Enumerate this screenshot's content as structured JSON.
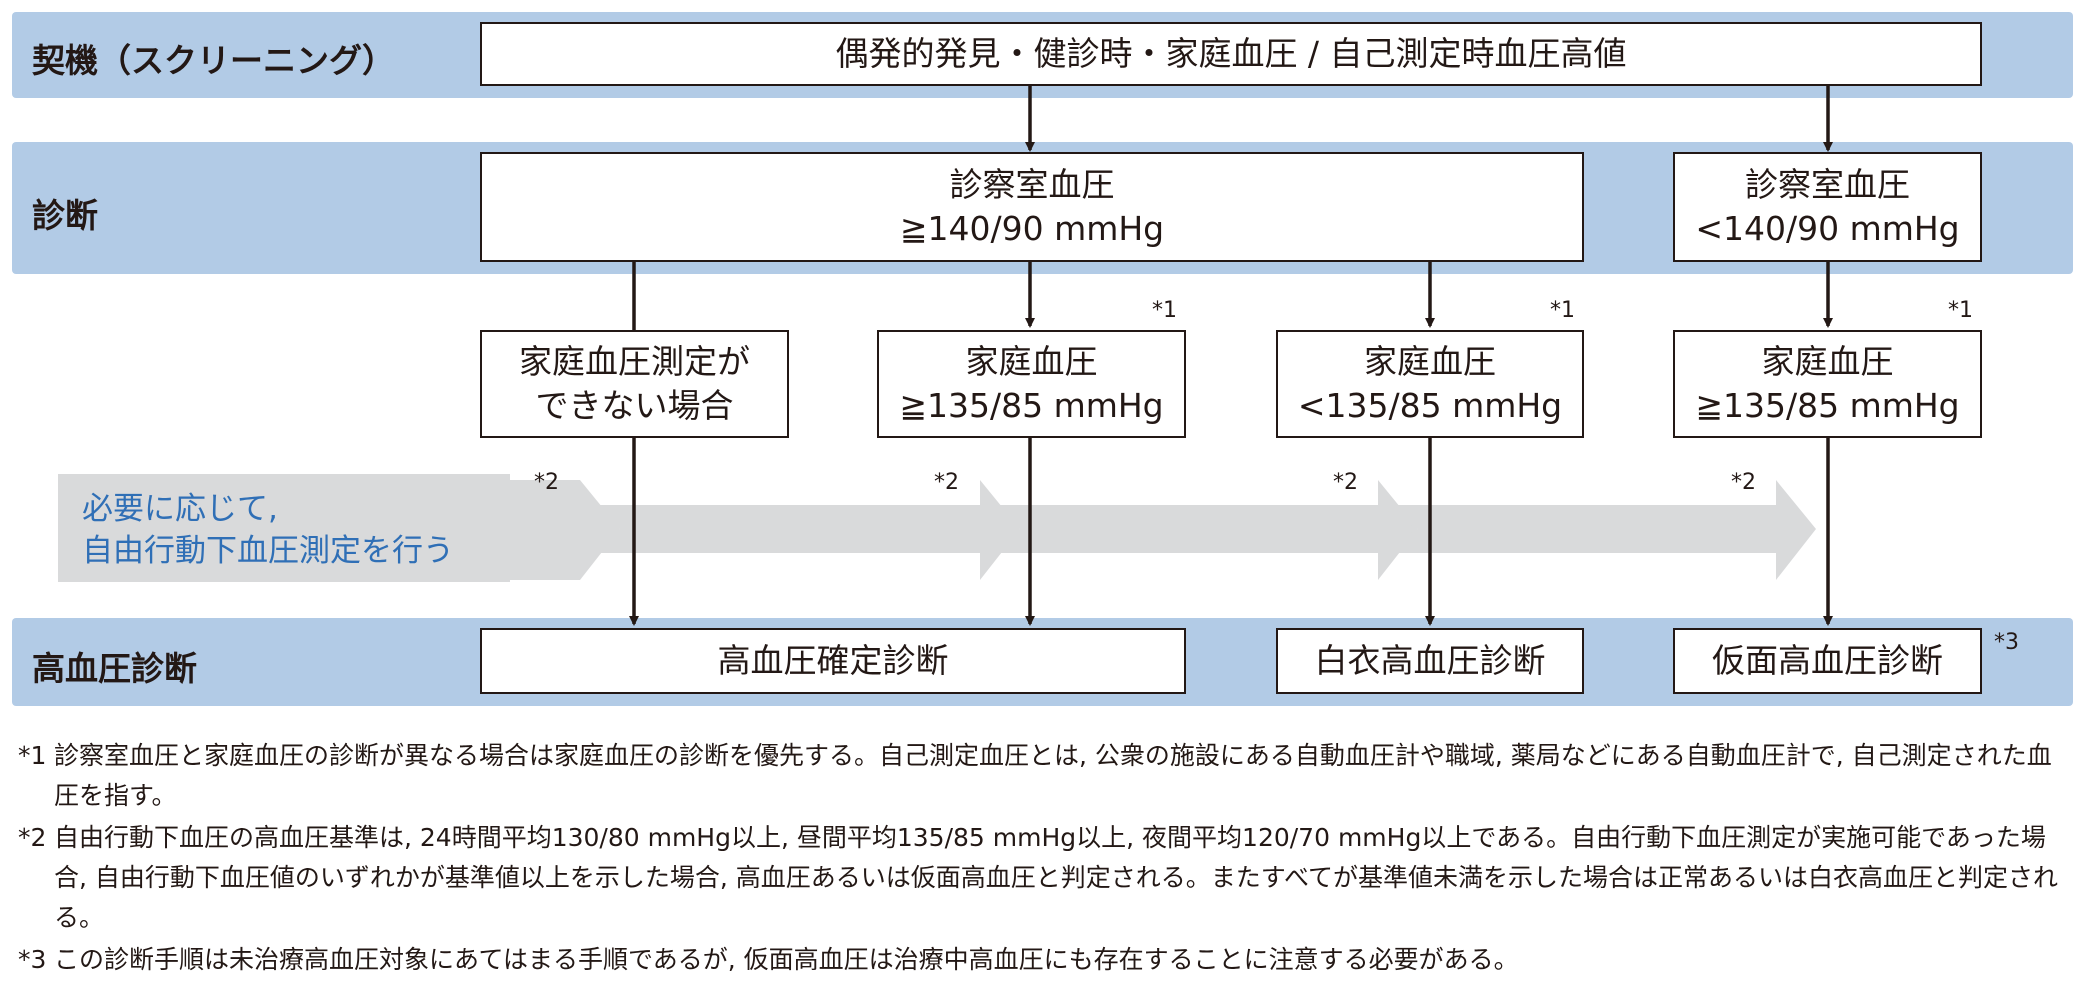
{
  "rows": {
    "trigger": "契機（スクリーニング）",
    "diagnosis": "診断",
    "final": "高血圧診断"
  },
  "boxes": {
    "screening": "偶発的発見・健診時・家庭血圧 / 自己測定時血圧高値",
    "office_high": {
      "line1": "診察室血圧",
      "line2": "≧140/90 mmHg"
    },
    "office_low": {
      "line1": "診察室血圧",
      "line2": "<140/90 mmHg"
    },
    "home_unavailable": {
      "line1": "家庭血圧測定が",
      "line2": "できない場合"
    },
    "home_high_a": {
      "line1": "家庭血圧",
      "line2": "≧135/85 mmHg"
    },
    "home_low": {
      "line1": "家庭血圧",
      "line2": "<135/85 mmHg"
    },
    "home_high_b": {
      "line1": "家庭血圧",
      "line2": "≧135/85 mmHg"
    },
    "confirmed": "高血圧確定診断",
    "white_coat": "白衣高血圧診断",
    "masked": "仮面高血圧診断"
  },
  "side_note": {
    "line1": "必要に応じて,",
    "line2": "自由行動下血圧測定を行う"
  },
  "marks": {
    "n1": "*1",
    "n2": "*2",
    "n3": "*3"
  },
  "footnotes": [
    {
      "mark": "*1",
      "text": "診察室血圧と家庭血圧の診断が異なる場合は家庭血圧の診断を優先する。自己測定血圧とは, 公衆の施設にある自動血圧計や職域, 薬局などにある自動血圧計で, 自己測定された血圧を指す。"
    },
    {
      "mark": "*2",
      "text": "自由行動下血圧の高血圧基準は, 24時間平均130/80 mmHg以上, 昼間平均135/85 mmHg以上, 夜間平均120/70 mmHg以上である。自由行動下血圧測定が実施可能であった場合, 自由行動下血圧値のいずれかが基準値以上を示した場合, 高血圧あるいは仮面高血圧と判定される。またすべてが基準値未満を示した場合は正常あるいは白衣高血圧と判定される。"
    },
    {
      "mark": "*3",
      "text": "この診断手順は未治療高血圧対象にあてはまる手順であるが, 仮面高血圧は治療中高血圧にも存在することに注意する必要がある。"
    }
  ],
  "colors": {
    "band": "#b2cbe6",
    "chevron": "#d9dadb",
    "note_text": "#2f6fb6",
    "line": "#231815"
  }
}
